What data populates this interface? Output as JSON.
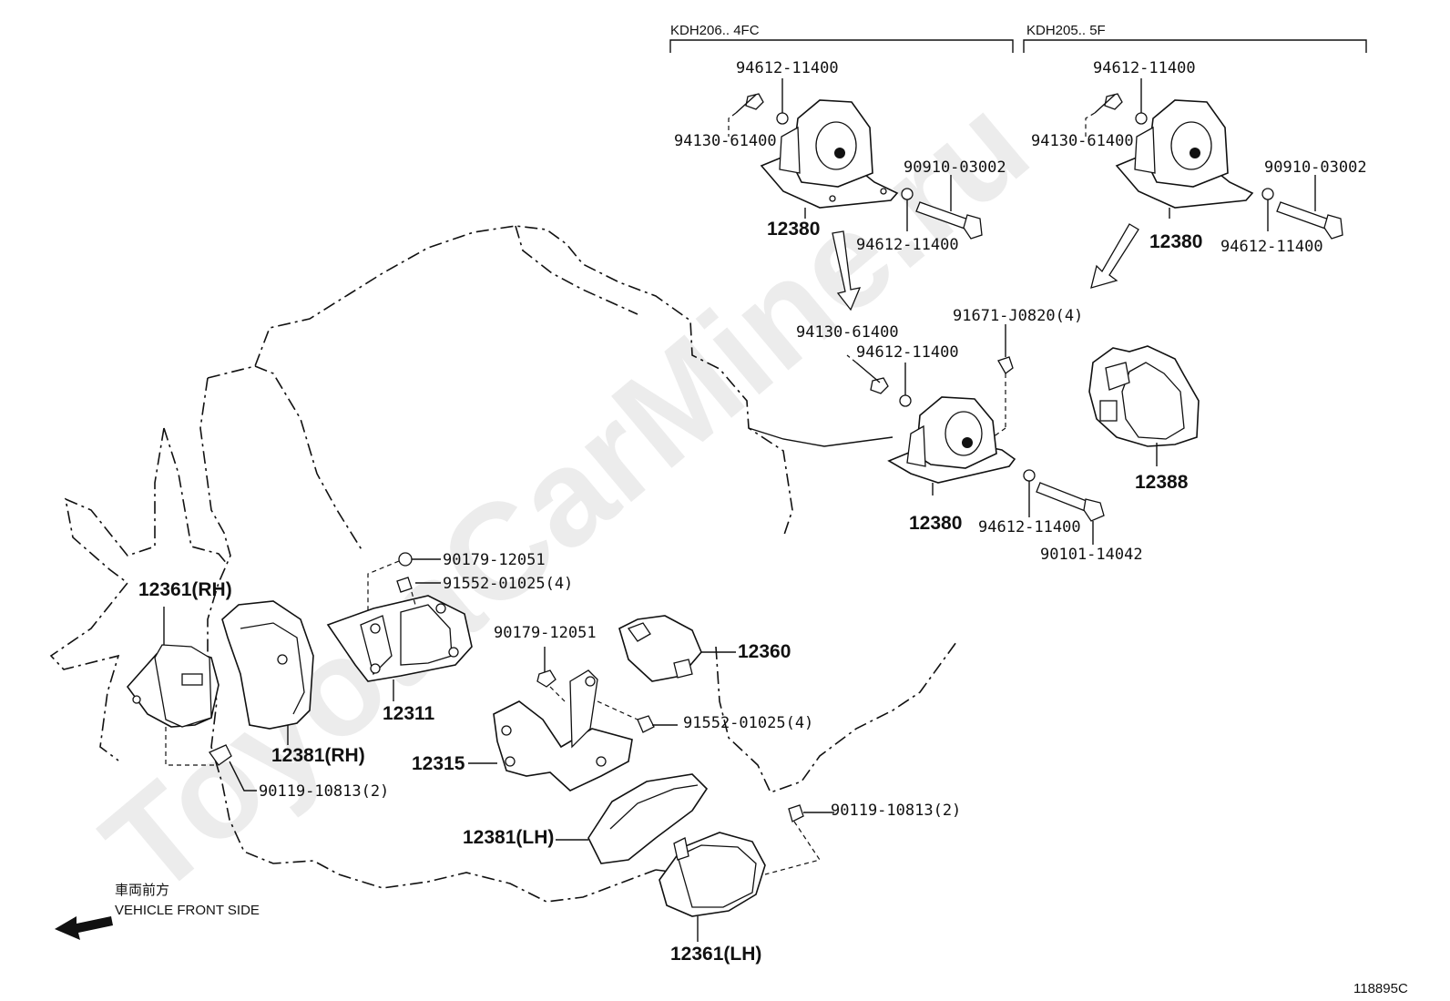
{
  "watermark": "ToyotaCarMine.ru",
  "groups": {
    "left_header": "KDH206.. 4FC",
    "right_header": "KDH205.. 5F"
  },
  "labels": {
    "l1": "94612-11400",
    "l2": "94130-61400",
    "l3": "90910-03002",
    "l4": "94612-11400",
    "l5": "12380",
    "r1": "94612-11400",
    "r2": "94130-61400",
    "r3": "90910-03002",
    "r4": "94612-11400",
    "r5": "12380",
    "m1": "94130-61400",
    "m2": "94612-11400",
    "m3": "91671-J0820(4)",
    "m4": "12380",
    "m5": "94612-11400",
    "m6": "90101-14042",
    "m7": "12388",
    "p1": "90179-12051",
    "p2": "91552-01025(4)",
    "p3": "12361(RH)",
    "p4": "12311",
    "p5": "12381(RH)",
    "p6": "90119-10813(2)",
    "p7": "90179-12051",
    "p8": "12360",
    "p9": "91552-01025(4)",
    "p10": "12315",
    "p11": "90119-10813(2)",
    "p12": "12381(LH)",
    "p13": "12361(LH)"
  },
  "front": {
    "jp": "車両前方",
    "en": "VEHICLE FRONT SIDE"
  },
  "ref_number": "118895C"
}
